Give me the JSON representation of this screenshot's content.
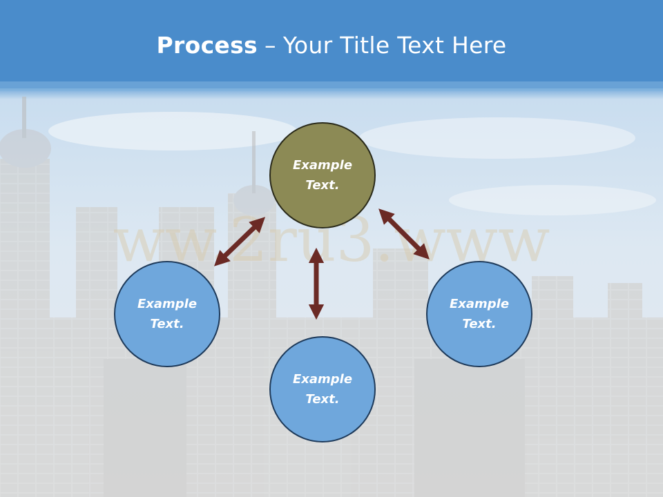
{
  "title": {
    "bold": "Process",
    "dash": "–",
    "rest": "Your Title Text Here"
  },
  "watermark": "ww.2ru3.www",
  "nodes": {
    "top": "Example Text.",
    "left": "Example Text.",
    "right": "Example Text.",
    "bottom": "Example Text."
  },
  "colors": {
    "header": "#4a90d0",
    "node_blue": "#6fa7dc",
    "node_olive": "#8c8a55",
    "arrow": "#6b2a25"
  }
}
